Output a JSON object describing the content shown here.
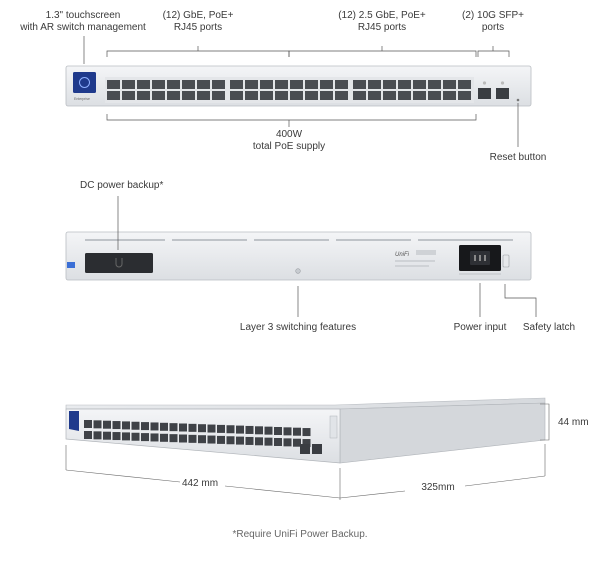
{
  "front": {
    "touchscreen_line1": "1.3\" touchscreen",
    "touchscreen_line2": "with AR switch management",
    "gbe_line1": "(12) GbE, PoE+",
    "gbe_line2": "RJ45 ports",
    "gbe25_line1": "(12) 2.5 GbE, PoE+",
    "gbe25_line2": "RJ45 ports",
    "sfp_line1": "(2) 10G SFP+",
    "sfp_line2": "ports",
    "poe_line1": "400W",
    "poe_line2": "total PoE supply",
    "reset": "Reset button"
  },
  "rear": {
    "dc_backup": "DC power backup*",
    "layer3": "Layer 3 switching features",
    "power_input": "Power input",
    "safety_latch": "Safety latch"
  },
  "dimensions": {
    "height": "44 mm",
    "width": "442 mm",
    "depth": "325mm"
  },
  "footnote": "*Require UniFi Power Backup."
}
